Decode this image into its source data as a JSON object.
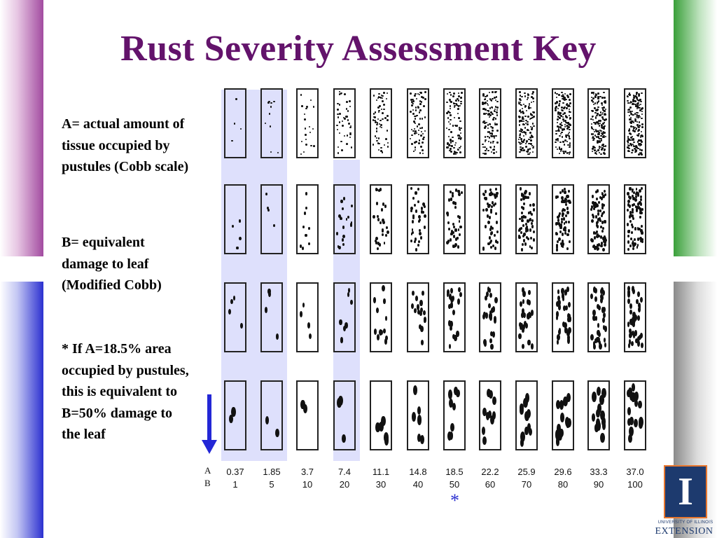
{
  "slide": {
    "title": "Rust Severity Assessment Key",
    "definition_a": "A= actual amount of tissue occupied by pustules (Cobb scale)",
    "definition_b": "B= equivalent damage to leaf (Modified Cobb)",
    "note": "* If A=18.5% area occupied by pustules, this is equivalent to B=50% damage to the leaf"
  },
  "scale": {
    "row_label_a": "A",
    "row_label_b": "B",
    "a_values": [
      "0.37",
      "1.85",
      "3.7",
      "7.4",
      "11.1",
      "14.8",
      "18.5",
      "22.2",
      "25.9",
      "29.6",
      "33.3",
      "37.0"
    ],
    "b_values": [
      "1",
      "5",
      "10",
      "20",
      "30",
      "40",
      "50",
      "60",
      "70",
      "80",
      "90",
      "100"
    ],
    "marker": "*",
    "marker_column": 6,
    "highlight_color": "#cdd0fa",
    "arrow_color": "#2327d6"
  },
  "logo": {
    "mark": "I",
    "university": "UNIVERSITY OF ILLINOIS",
    "unit": "EXTENSION",
    "colors": {
      "navy": "#1d3a6e",
      "orange": "#e8772e"
    }
  },
  "colors": {
    "title": "#63136b",
    "bar_top_left": "#a24ba0",
    "bar_bottom_left": "#2b30d0",
    "bar_top_right": "#3aa03a",
    "bar_bottom_right": "#8a8a8a"
  }
}
